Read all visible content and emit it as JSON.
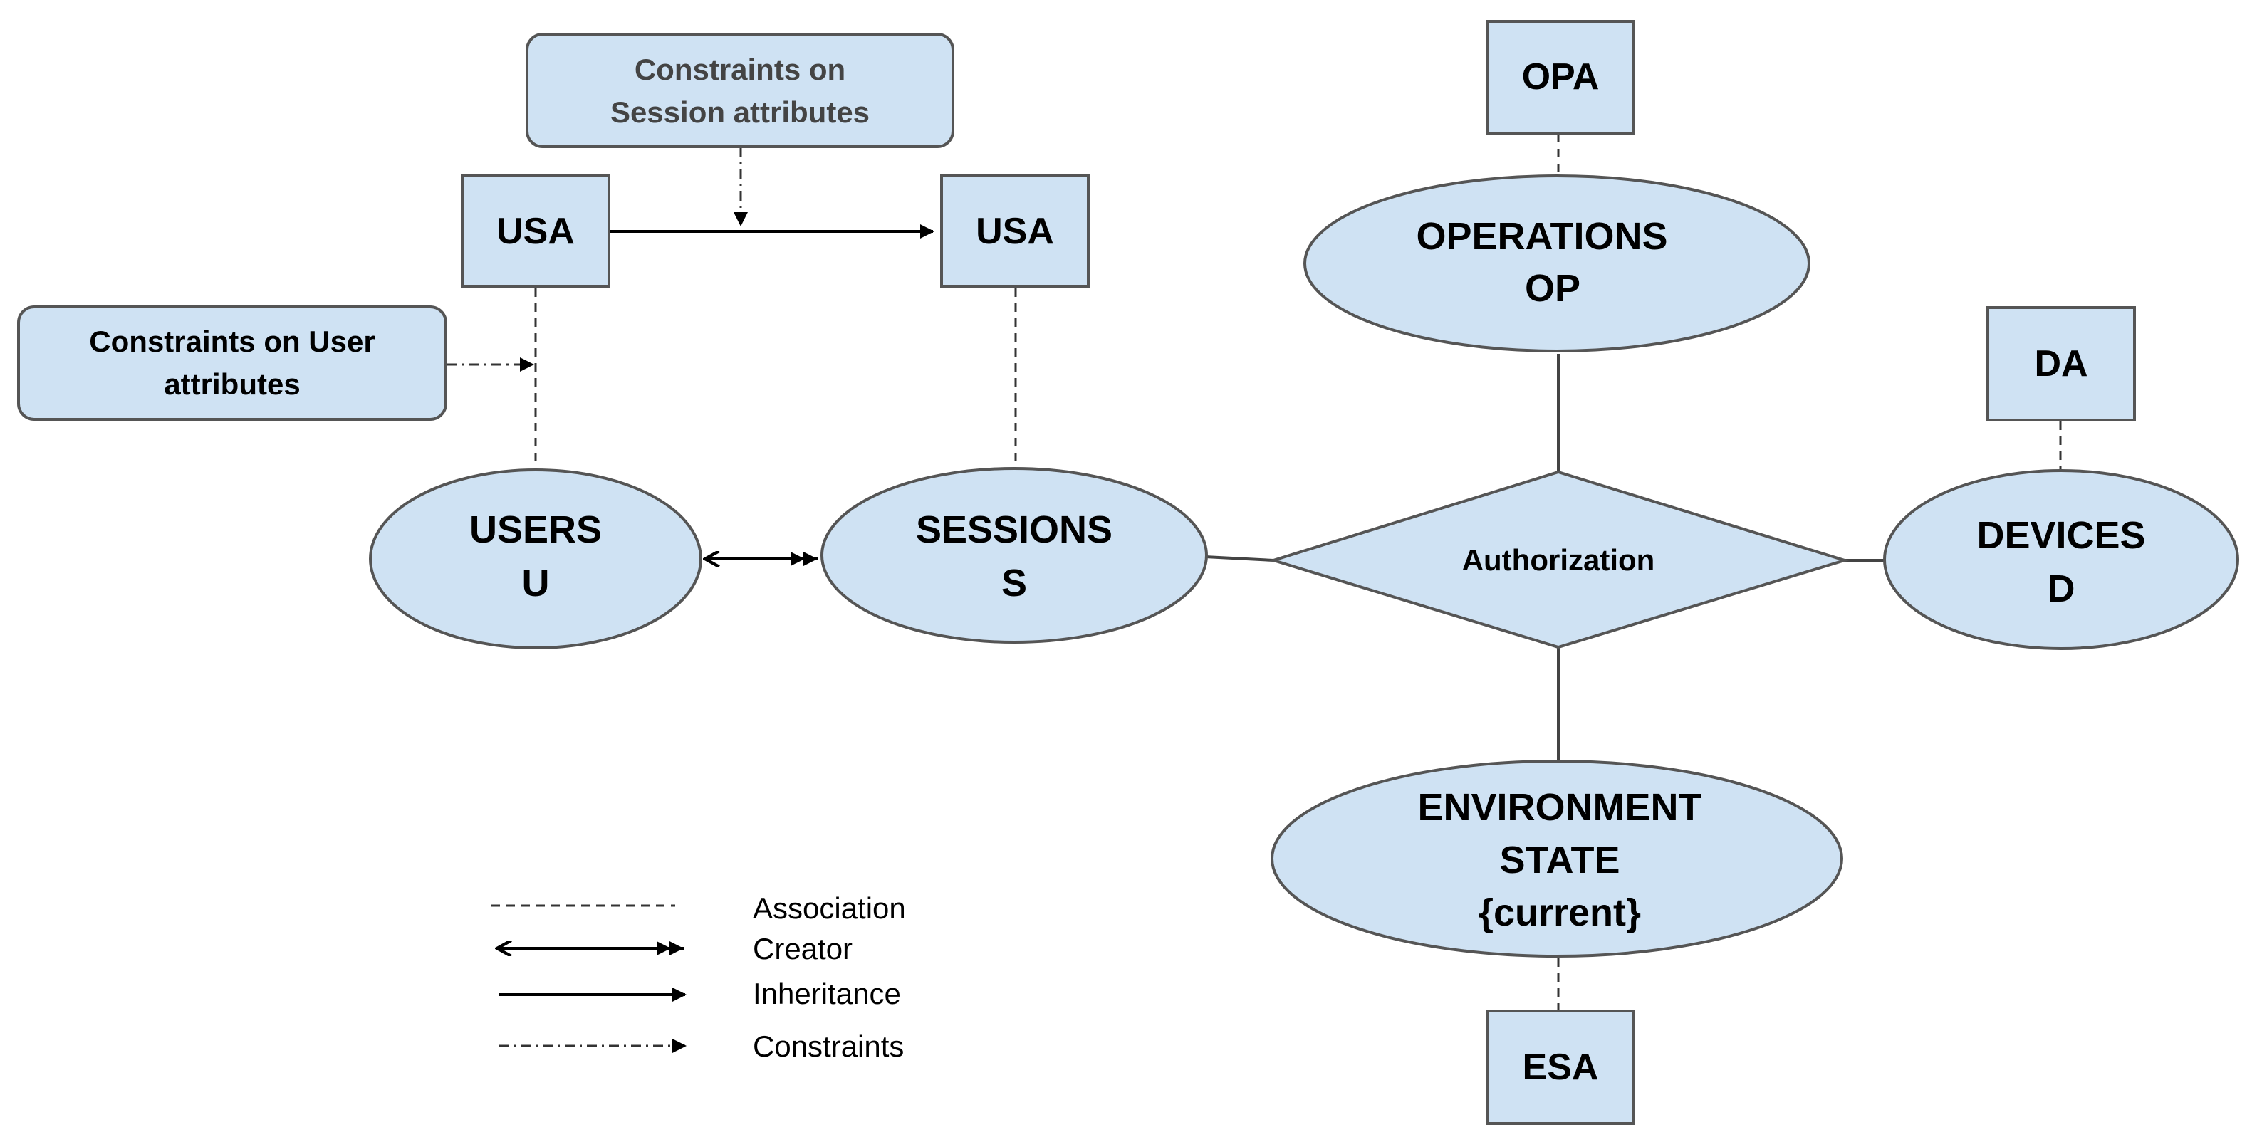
{
  "nodes": {
    "users": {
      "line1": "USERS",
      "line2": "U"
    },
    "sessions": {
      "line1": "SESSIONS",
      "line2": "S"
    },
    "operations": {
      "line1": "OPERATIONS",
      "line2": "OP"
    },
    "devices": {
      "line1": "DEVICES",
      "line2": "D"
    },
    "environment": {
      "line1": "ENVIRONMENT",
      "line2": "STATE",
      "line3": "{current}"
    },
    "authorization": {
      "label": "Authorization"
    },
    "usa_user": {
      "label": "USA"
    },
    "usa_session": {
      "label": "USA"
    },
    "opa": {
      "label": "OPA"
    },
    "da": {
      "label": "DA"
    },
    "esa": {
      "label": "ESA"
    }
  },
  "constraints": {
    "session": {
      "line1": "Constraints on",
      "line2": "Session attributes"
    },
    "user": {
      "line1": "Constraints on User",
      "line2": "attributes"
    }
  },
  "legend": {
    "association": "Association",
    "creator": "Creator",
    "inheritance": "Inheritance",
    "constraints": "Constraints"
  },
  "colors": {
    "node_fill": "#cfe2f3",
    "node_stroke": "#555555"
  }
}
